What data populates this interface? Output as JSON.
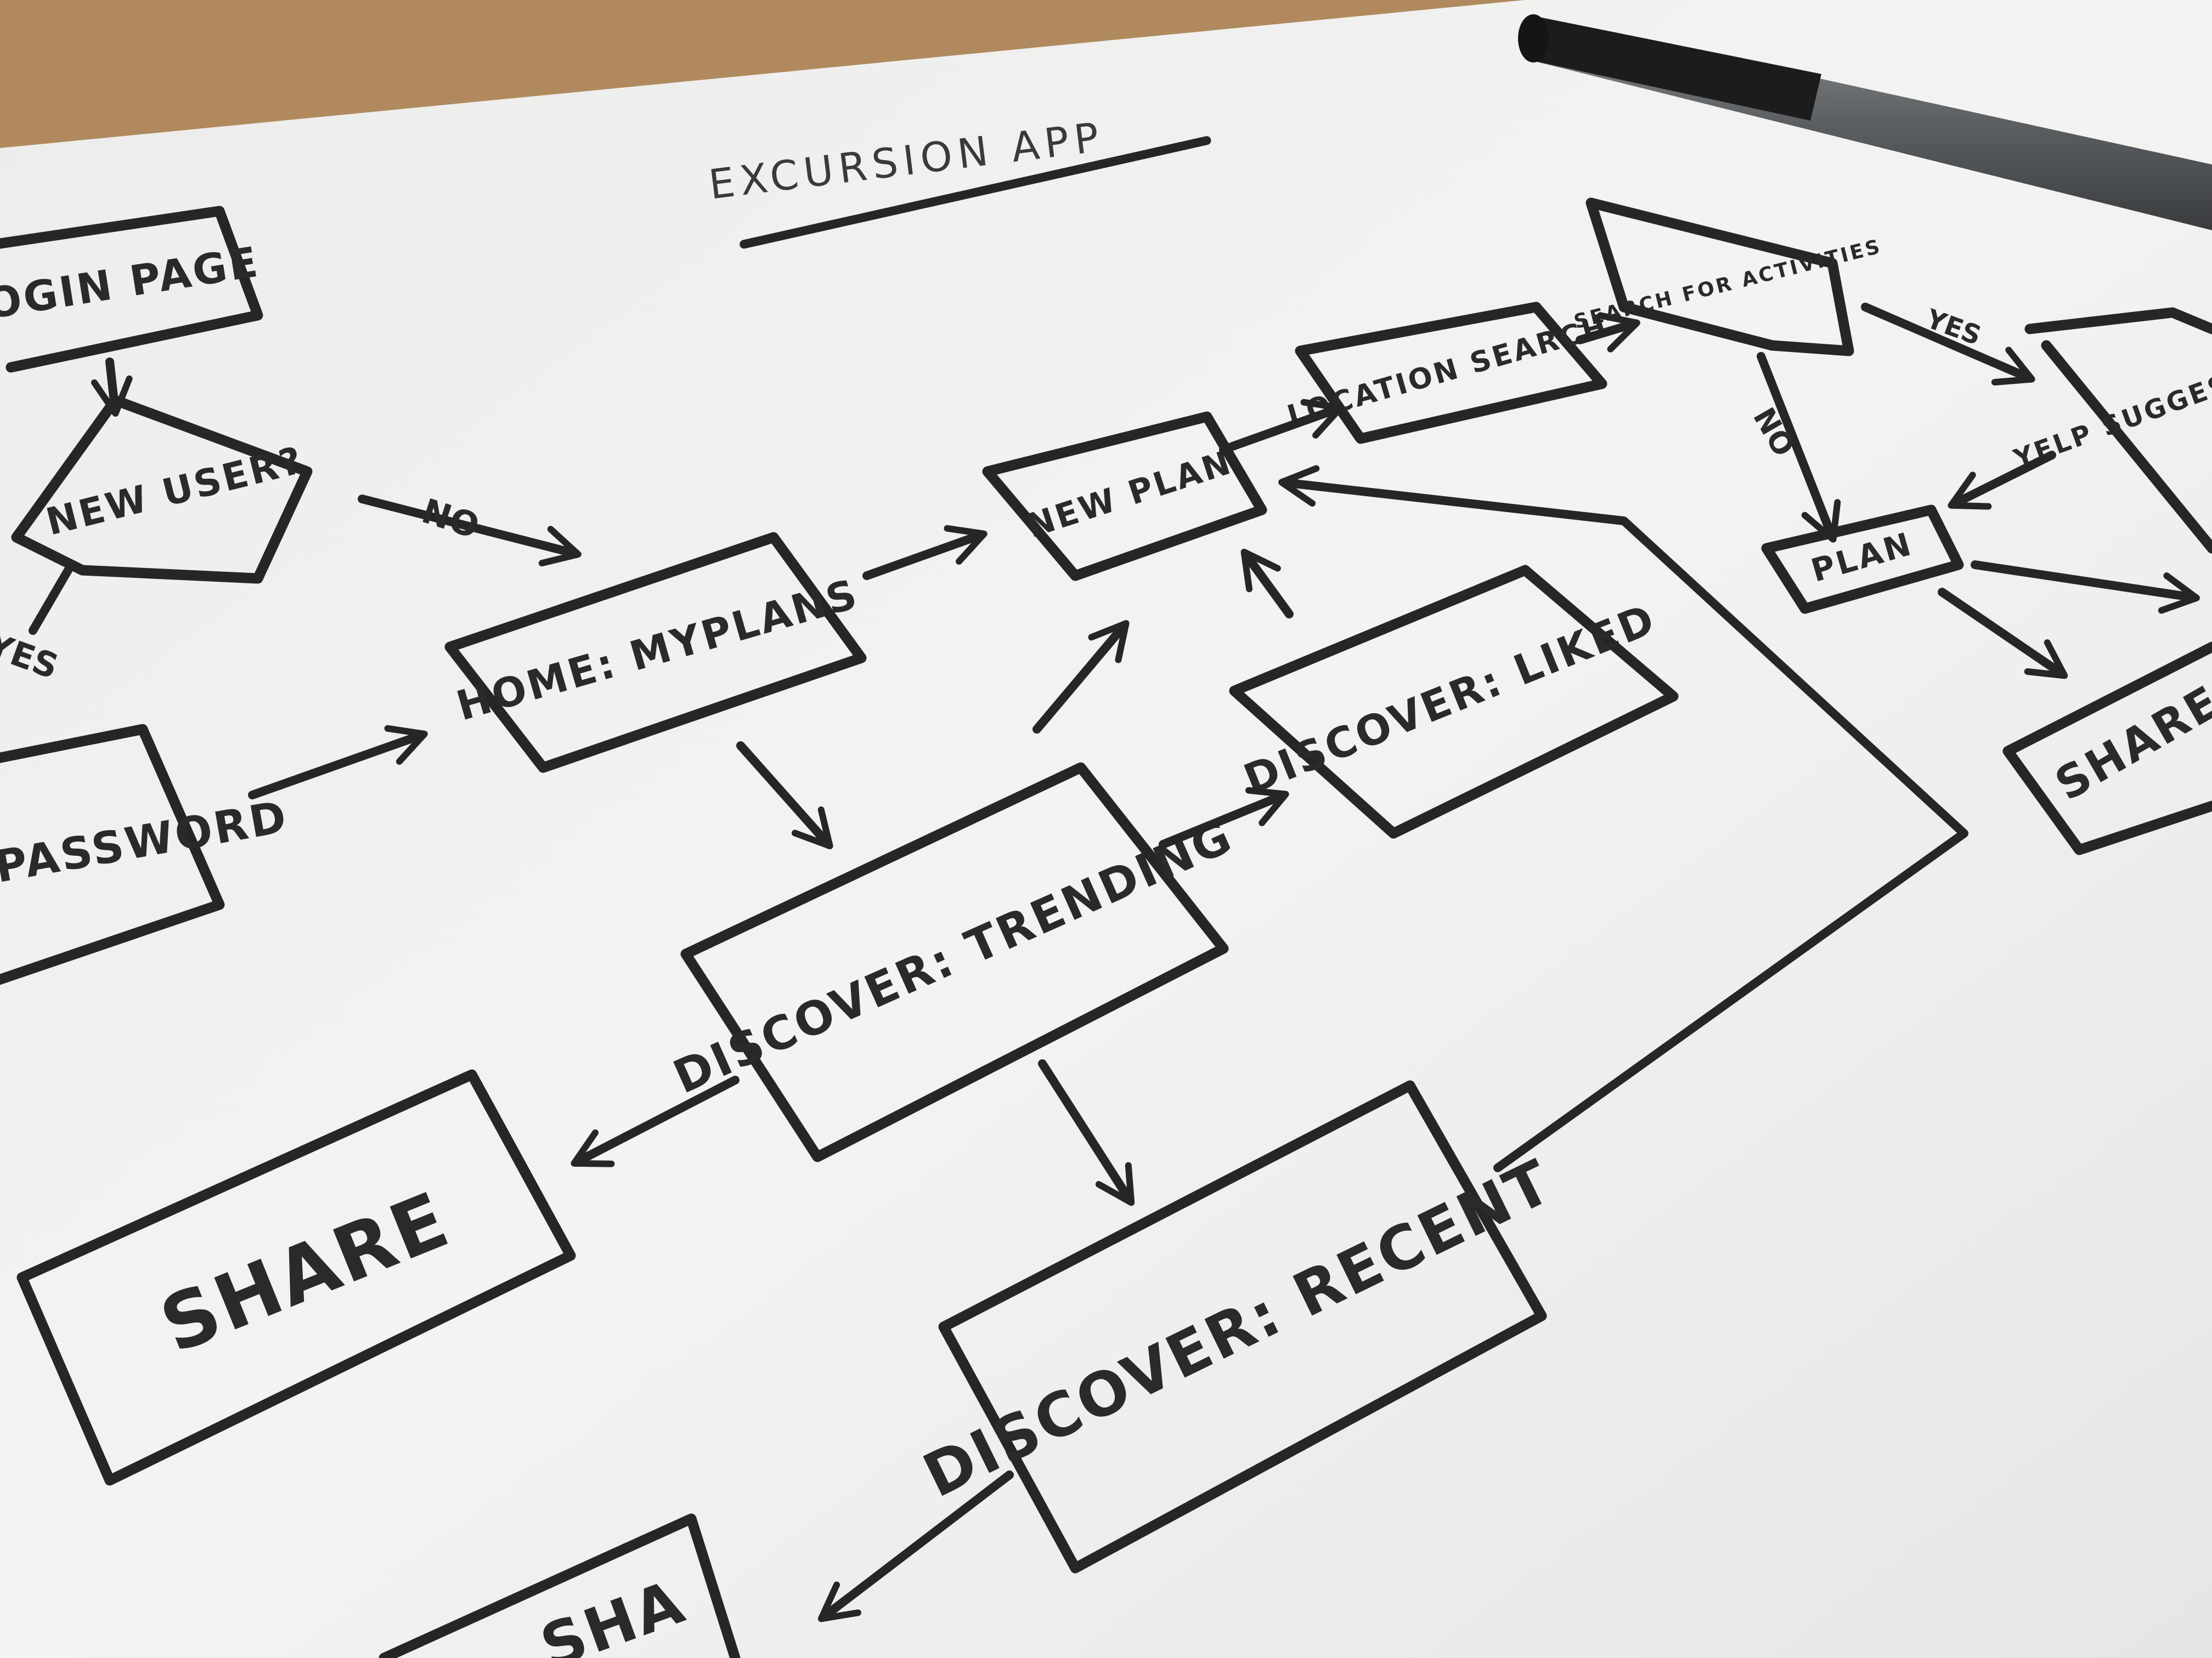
{
  "title": "EXCURSION APP",
  "colors": {
    "paper": "#f3f3f1",
    "ink": "#262626",
    "table": "#b08a5e",
    "pen_body": "#6b6e70",
    "pen_cap": "#1c1c1c"
  },
  "nodes": {
    "login_page": "LOGIN PAGE",
    "new_user": "NEW USER?",
    "username_password": "USE PASSWORD",
    "home_myplans": "HOME: MYPLANS",
    "new_plan": "NEW PLAN",
    "location_search": "LOCATION SEARCH",
    "search_for_activities": "SEARCH FOR ACTIVITIES",
    "yelp_suggestions": "YELP SUGGES...",
    "plan": "PLAN",
    "share_right": "SHARE",
    "discover_liked": "DISCOVER: LIKED",
    "discover_trending": "DISCOVER: TRENDING",
    "share_left": "SHARE",
    "discover_recent": "DISCOVER: RECENT",
    "share_bottom": "SHA"
  },
  "edge_labels": {
    "no_to_home": "NO",
    "yes_left": "YES",
    "no_to_plan": "NO",
    "yes_to_yelp": "YES"
  }
}
